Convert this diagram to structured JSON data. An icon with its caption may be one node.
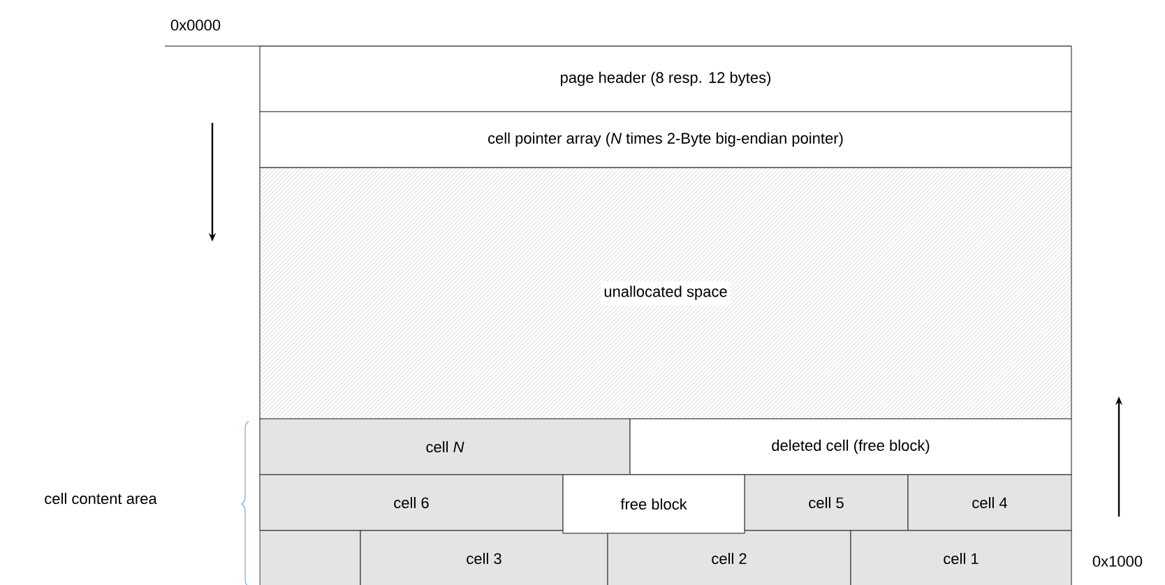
{
  "diagram": {
    "nodes": [
      {
        "text": [
          "page header (8 resp. 12 bytes)"
        ]
      },
      {
        "text": [
          "cell pointer array (*N* times 2-Byte big-endian pointer)"
        ]
      },
      {
        "text": [
          "unallocated space"
        ]
      },
      {
        "text": [
          "cell *N*"
        ]
      },
      {
        "text": [
          "deleted cell (free block)"
        ]
      },
      {
        "text": [
          "cell 6"
        ]
      },
      {
        "text": [
          "free block"
        ]
      },
      {
        "text": [
          "cell 5"
        ]
      },
      {
        "text": [
          "cell 4"
        ]
      },
      {
        "text": [],
        "shape": "box"
      },
      {
        "text": [
          "cell 3"
        ]
      },
      {
        "text": [
          "cell 2"
        ]
      },
      {
        "text": [
          "cell 1"
        ]
      }
    ],
    "labels": [
      "0x0000",
      "cell content area",
      "0x1000"
    ]
  }
}
